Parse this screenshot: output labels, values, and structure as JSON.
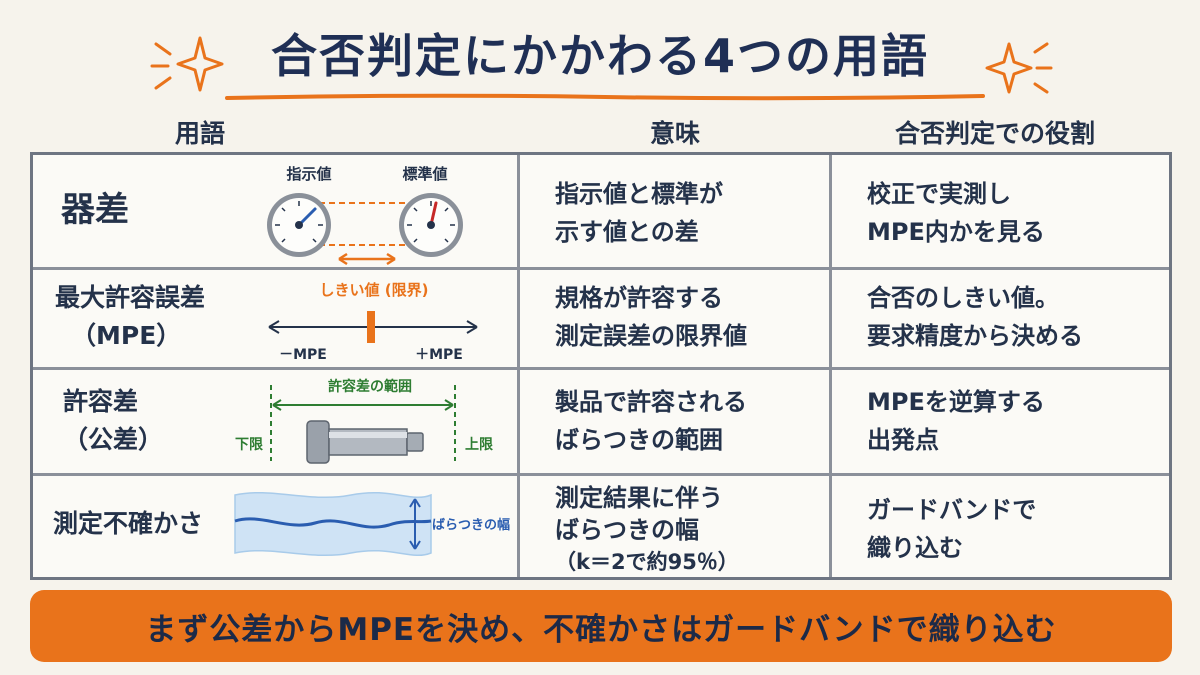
{
  "title": "合否判定にかかわる4つの用語",
  "columns": {
    "term": "用語",
    "meaning": "意味",
    "role": "合否判定での役割"
  },
  "rows": [
    {
      "term_lines": [
        "器差"
      ],
      "meaning_lines": [
        "指示値と標準が",
        "示す値との差"
      ],
      "role_lines": [
        "校正で実測し",
        "MPE内かを見る"
      ],
      "illus": {
        "label_left": "指示値",
        "label_right": "標準値"
      }
    },
    {
      "term_lines": [
        "最大許容誤差",
        "（MPE）"
      ],
      "meaning_lines": [
        "規格が許容する",
        "測定誤差の限界値"
      ],
      "role_lines": [
        "合否のしきい値。",
        "要求精度から決める"
      ],
      "illus": {
        "label_top": "しきい値 (限界)",
        "label_minus": "－MPE",
        "label_plus": "＋MPE"
      }
    },
    {
      "term_lines": [
        "許容差",
        "（公差）"
      ],
      "meaning_lines": [
        "製品で許容される",
        "ばらつきの範囲"
      ],
      "role_lines": [
        "MPEを逆算する",
        "出発点"
      ],
      "illus": {
        "label_top": "許容差の範囲",
        "label_left": "下限",
        "label_right": "上限"
      }
    },
    {
      "term_lines": [
        "測定不確かさ"
      ],
      "meaning_lines": [
        "測定結果に伴う",
        "ばらつきの幅",
        "（k＝2で約95％）"
      ],
      "role_lines": [
        "ガードバンドで",
        "織り込む"
      ],
      "illus": {
        "label_right": "ばらつきの幅"
      }
    }
  ],
  "footer": "まず公差からMPEを決め、不確かさはガードバンドで織り込む",
  "colors": {
    "accent": "#e9731b",
    "navy": "#1f2f55",
    "blue": "#2a5db0",
    "green": "#2e7d32",
    "red": "#c62828"
  }
}
